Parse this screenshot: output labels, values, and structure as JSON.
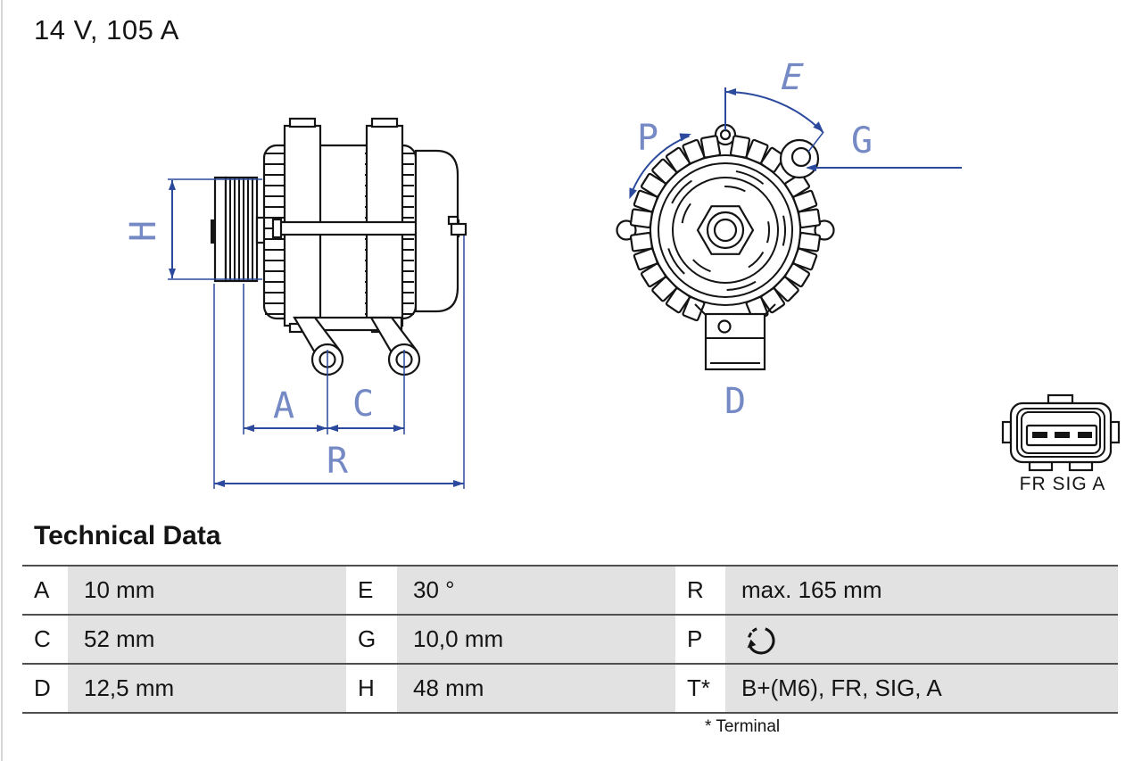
{
  "page": {
    "title_spec": "14 V, 105 A"
  },
  "drawing": {
    "side_view": {
      "dim_labels": {
        "h": "H",
        "a": "A",
        "c": "C",
        "r": "R"
      }
    },
    "front_view": {
      "dim_labels": {
        "e": "E",
        "p": "P",
        "g": "G",
        "d": "D"
      }
    },
    "connector": {
      "pins_label": "FR SIG A"
    }
  },
  "technical_data": {
    "heading": "Technical Data",
    "rows": [
      [
        {
          "label": "A",
          "value": "10 mm"
        },
        {
          "label": "E",
          "value": "30 °"
        },
        {
          "label": "R",
          "value": "max. 165 mm"
        }
      ],
      [
        {
          "label": "C",
          "value": "52 mm"
        },
        {
          "label": "G",
          "value": "10,0 mm"
        },
        {
          "label": "P",
          "value": null,
          "icon": "rotation-direction"
        }
      ],
      [
        {
          "label": "D",
          "value": "12,5 mm"
        },
        {
          "label": "H",
          "value": "48 mm"
        },
        {
          "label": "T*",
          "value": "B+(M6), FR, SIG, A"
        }
      ]
    ],
    "footnote": "* Terminal"
  },
  "colors": {
    "dimension_blue": "#2b4a9e",
    "cad_label_blue": "#7589c5",
    "table_value_gray": "#e2e2e2",
    "line_black": "#141414"
  }
}
